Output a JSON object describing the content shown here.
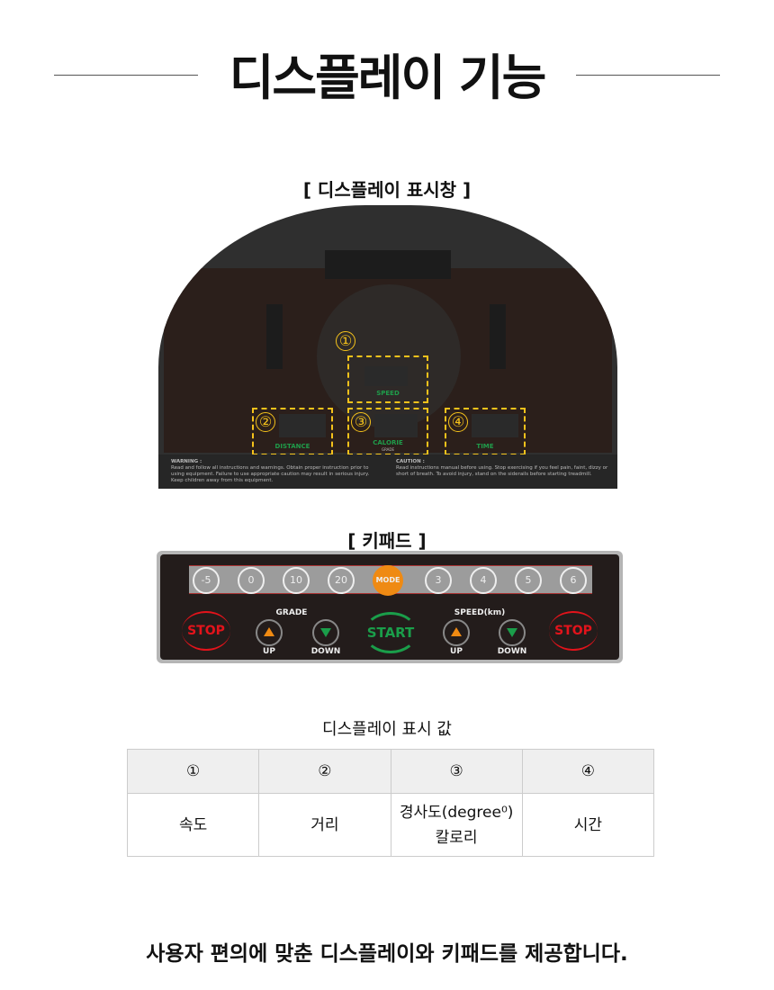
{
  "title": "디스플레이 기능",
  "display_heading": "[ 디스플레이 표시창 ]",
  "display": {
    "labels": {
      "speed": "SPEED",
      "distance": "DISTANCE",
      "calorie": "CALORIE",
      "grade": "GRADE",
      "time": "TIME"
    },
    "markers": [
      "①",
      "②",
      "③",
      "④"
    ],
    "warning_title": "WARNING :",
    "warning_text": "Read and follow all instructions and warnings. Obtain proper instruction prior to using equipment. Failure to use appropriate caution may result in serious injury. Keep children away from this equipment.",
    "caution_title": "CAUTION :",
    "caution_text": "Read instructions manual before using. Stop exercising if you feel pain, faint, dizzy or short of breath. To avoid injury, stand on the siderails before starting treadmill."
  },
  "keypad_heading": "[ 키패드 ]",
  "keypad": {
    "quick_keys": [
      "-5",
      "0",
      "10",
      "20",
      "MODE",
      "3",
      "4",
      "5",
      "6"
    ],
    "grade": "GRADE",
    "speed": "SPEED(km)",
    "up": "UP",
    "down": "DOWN",
    "start": "START",
    "stop": "STOP"
  },
  "table": {
    "caption": "디스플레이 표시 값",
    "headers": [
      "①",
      "②",
      "③",
      "④"
    ],
    "cells": [
      "속도",
      "거리",
      "경사도(degree⁰)",
      "칼로리",
      "시간"
    ]
  },
  "footer": "사용자 편의에 맞춘 디스플레이와 키패드를 제공합니다."
}
